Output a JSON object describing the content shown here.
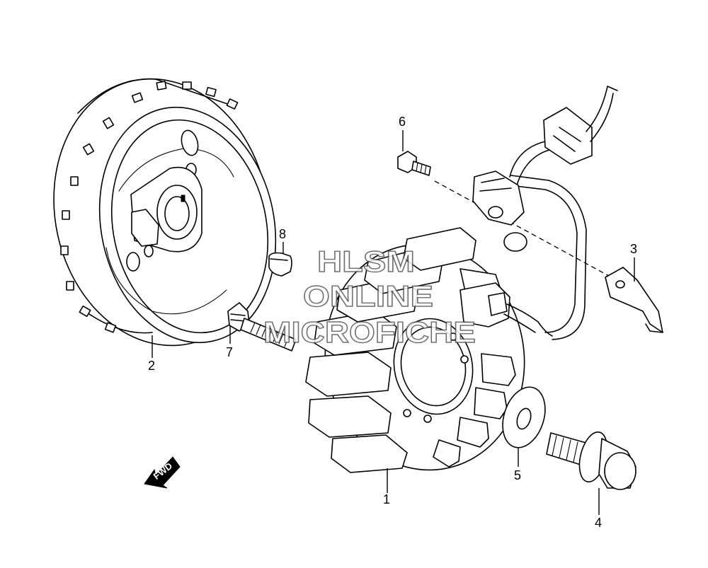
{
  "watermark": {
    "line1": "HLSM",
    "line2": "ONLINE",
    "line3": "MICROFICHE"
  },
  "direction_arrow": {
    "label": "FWD"
  },
  "callouts": [
    {
      "id": "stator",
      "label": "1"
    },
    {
      "id": "rotor",
      "label": "2"
    },
    {
      "id": "clamp",
      "label": "3"
    },
    {
      "id": "rotor-bolt",
      "label": "4"
    },
    {
      "id": "washer",
      "label": "5"
    },
    {
      "id": "clamp-screw",
      "label": "6"
    },
    {
      "id": "stator-bolt",
      "label": "7"
    },
    {
      "id": "key",
      "label": "8"
    }
  ]
}
